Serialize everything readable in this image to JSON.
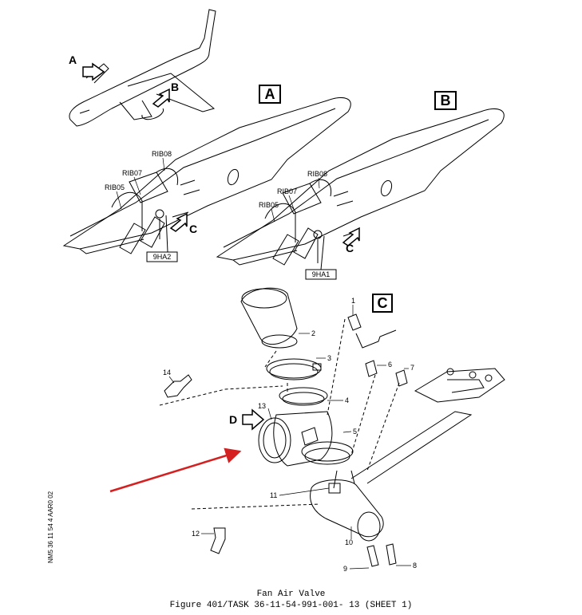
{
  "figure": {
    "title": "Fan Air Valve",
    "subtitle": "Figure 401/TASK 36-11-54-991-001- 13 (SHEET 1)",
    "side_ref": "NM5 36 11 54 4 AAR0 02"
  },
  "views": {
    "a": "A",
    "b": "B",
    "c": "C",
    "d": "D"
  },
  "aircraft": {
    "callout_a": "A",
    "callout_b": "B"
  },
  "view_a": {
    "rib05": "RIB05",
    "rib07": "RIB07",
    "rib08": "RIB08",
    "arrow_c": "C",
    "ident": "9HA2"
  },
  "view_b": {
    "rib05": "RIB05",
    "rib07": "RIB07",
    "rib08": "RIB08",
    "arrow_c": "C",
    "ident": "9HA1"
  },
  "items": [
    "1",
    "2",
    "3",
    "4",
    "5",
    "6",
    "7",
    "8",
    "9",
    "10",
    "11",
    "12",
    "13",
    "14"
  ],
  "colors": {
    "line": "#000000",
    "pointer": "#d42020"
  }
}
